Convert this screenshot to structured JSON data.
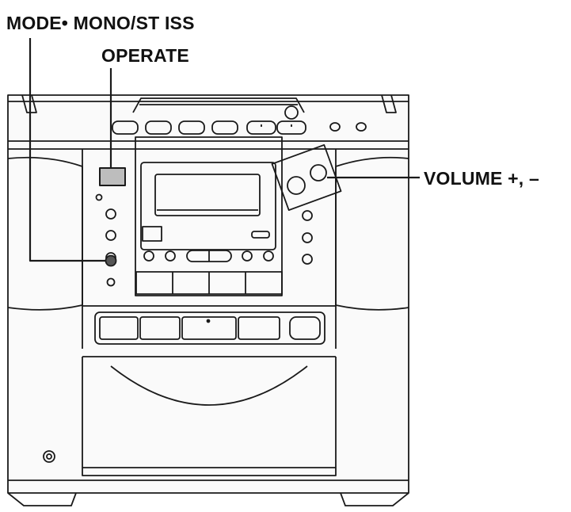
{
  "labels": {
    "mode_mono": "MODE• MONO/ST ISS",
    "operate": "OPERATE",
    "volume": "VOLUME +, –"
  }
}
